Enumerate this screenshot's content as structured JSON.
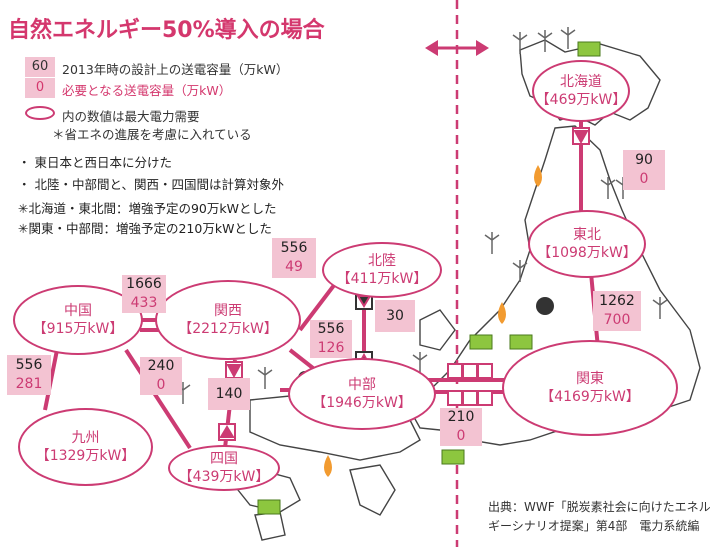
{
  "title": "自然エネルギー50%導入の場合",
  "legend": {
    "design_value": "60",
    "design_label": "2013年時の設計上の送電容量（万kW）",
    "needed_value": "0",
    "needed_label": "必要となる送電容量（万kW）",
    "ellipse_label": "内の数値は最大電力需要",
    "ellipse_note": "＊省エネの進展を考慮に入れている"
  },
  "notes": [
    "・ 東日本と西日本に分けた",
    "・ 北陸・中部間と、関西・四国間は計算対象外",
    "✳北海道・東北間：増強予定の90万kWとした",
    "✳関東・中部間：増強予定の210万kWとした"
  ],
  "regions": {
    "hokkaido": {
      "name": "北海道",
      "demand": "【469万kW】"
    },
    "tohoku": {
      "name": "東北",
      "demand": "【1098万kW】"
    },
    "kanto": {
      "name": "関東",
      "demand": "【4169万kW】"
    },
    "chubu": {
      "name": "中部",
      "demand": "【1946万kW】"
    },
    "hokuriku": {
      "name": "北陸",
      "demand": "【411万kW】"
    },
    "kansai": {
      "name": "関西",
      "demand": "【2212万kW】"
    },
    "chugoku": {
      "name": "中国",
      "demand": "【915万kW】"
    },
    "shikoku": {
      "name": "四国",
      "demand": "【439万kW】"
    },
    "kyushu": {
      "name": "九州",
      "demand": "【1329万kW】"
    }
  },
  "links": {
    "hokkaido_tohoku": {
      "design": "90",
      "needed": "0"
    },
    "tohoku_kanto": {
      "design": "1262",
      "needed": "700"
    },
    "chubu_kanto": {
      "design": "210",
      "needed": "0"
    },
    "hokuriku_kansai": {
      "design": "556",
      "needed": "49"
    },
    "hokuriku_chubu": {
      "design": "30"
    },
    "kansai_chubu": {
      "design": "556",
      "needed": "126"
    },
    "chugoku_kansai": {
      "design": "1666",
      "needed": "433"
    },
    "chugoku_shikoku": {
      "design": "240",
      "needed": "0"
    },
    "kansai_shikoku": {
      "design": "140"
    },
    "chugoku_kyushu": {
      "design": "556",
      "needed": "281"
    }
  },
  "source": {
    "line1": "出典：WWF「脱炭素社会に向けたエネル",
    "line2": "ギーシナリオ提案」第4部　電力系統編"
  },
  "colors": {
    "accent": "#cc3b73",
    "box": "#f3c3d2",
    "title": "#d4376d"
  }
}
